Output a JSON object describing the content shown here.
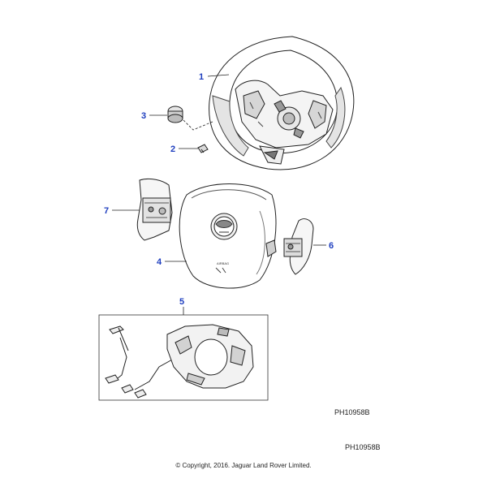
{
  "diagram": {
    "callouts": [
      "1",
      "2",
      "3",
      "4",
      "5",
      "6",
      "7"
    ],
    "inner_reference": "PH10958B",
    "outer_reference": "PH10958B",
    "airbag_text": "AIRBAG",
    "copyright": "© Copyright, 2016. Jaguar Land Rover Limited."
  },
  "colors": {
    "callout": "#1f3fbf",
    "line": "#222222",
    "shading": "#cfcfcf"
  }
}
